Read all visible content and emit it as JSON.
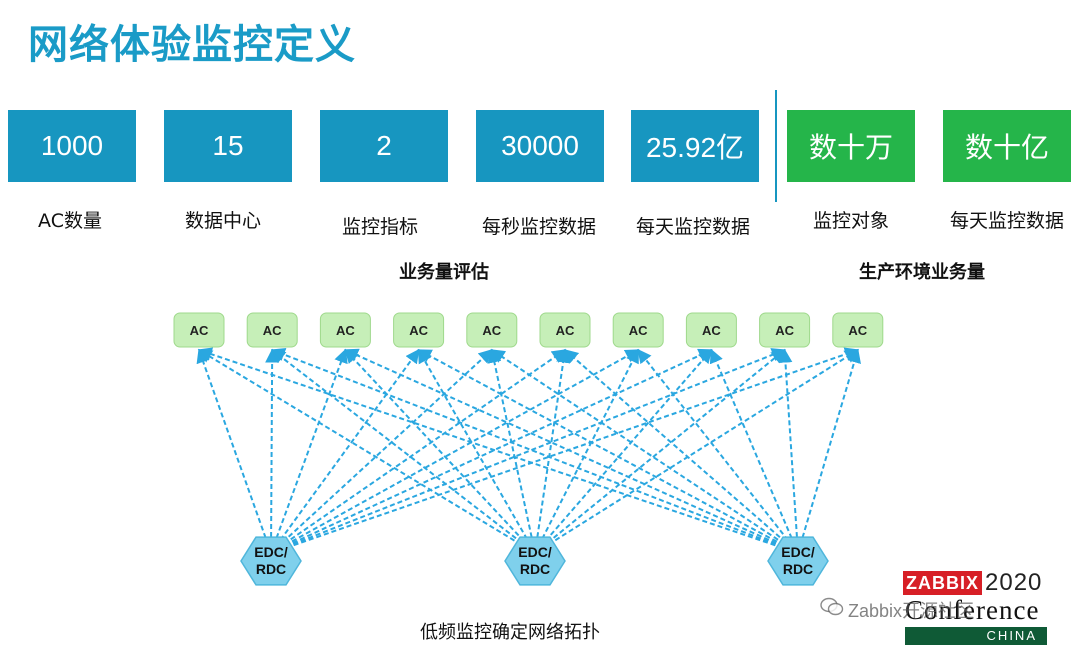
{
  "title": "网络体验监控定义",
  "metrics": [
    {
      "value": "1000",
      "label": "AC数量",
      "color": "#1796c0"
    },
    {
      "value": "15",
      "label": "数据中心",
      "color": "#1796c0"
    },
    {
      "value": "2",
      "label": "监控指标",
      "color": "#1796c0"
    },
    {
      "value": "30000",
      "label": "每秒监控数据",
      "color": "#1796c0"
    },
    {
      "value": "25.92亿",
      "label": "每天监控数据",
      "color": "#1796c0"
    },
    {
      "value": "数十万",
      "label": "监控对象",
      "color": "#25b54a"
    },
    {
      "value": "数十亿",
      "label": "每天监控数据",
      "color": "#25b54a"
    }
  ],
  "groups": {
    "business_volume": "业务量评估",
    "production_volume": "生产环境业务量"
  },
  "topology": {
    "ac_nodes": [
      "AC",
      "AC",
      "AC",
      "AC",
      "AC",
      "AC",
      "AC",
      "AC",
      "AC",
      "AC"
    ],
    "dc_nodes": [
      "EDC/\nRDC",
      "EDC/\nRDC",
      "EDC/\nRDC"
    ],
    "colors": {
      "ac_fill": "#c6efb8",
      "ac_stroke": "#9fd98c",
      "dc_fill": "#7fd0ec",
      "dc_stroke": "#4fb6db",
      "link": "#2aa7e0"
    }
  },
  "caption": "低频监控确定网络拓扑",
  "logo": {
    "brand": "ZABBIX",
    "year": "2020",
    "word": "Conference",
    "region": "CHINA"
  },
  "watermark": "Zabbix开源社区"
}
